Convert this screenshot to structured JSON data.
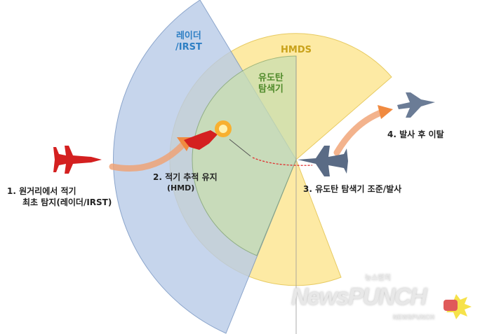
{
  "zones": {
    "radar": {
      "line1": "레이더",
      "line2": "/IRST",
      "color": "#2e7fc4"
    },
    "hmds": {
      "label": "HMDS",
      "color": "#c9a21a"
    },
    "seeker": {
      "line1": "유도탄",
      "line2": "탐색기",
      "color": "#4f8a2a"
    }
  },
  "steps": [
    {
      "line1": "1.  원거리에서 적기",
      "line2": "최초 탐지(레이더/IRST)"
    },
    {
      "line1": "2. 적기 추적 유지",
      "line2": "(HMD)"
    },
    {
      "line1": "3. 유도탄 탐색기 조준/발사"
    },
    {
      "line1": "4. 발사 후 이탈"
    }
  ],
  "watermark": {
    "main": "NewsPUNCH",
    "korean": "뉴스펀치",
    "small": "NEWSPUNCH"
  }
}
